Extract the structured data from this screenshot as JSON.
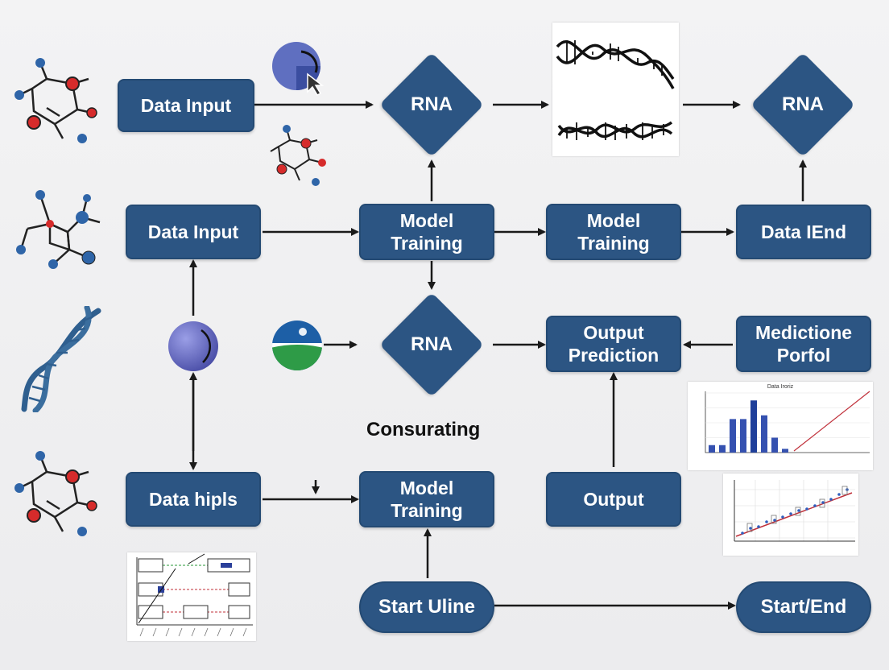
{
  "nodes": {
    "data_input_1": "Data Input",
    "rna_1": "RNA",
    "rna_2": "RNA",
    "data_input_2": "Data Input",
    "model_training_1": "Model\nTraining",
    "model_training_2": "Model\nTraining",
    "data_iend": "Data IEnd",
    "rna_3": "RNA",
    "output_prediction": "Output\nPrediction",
    "mediction_porfol": "Medictione\nPorfol",
    "data_hipls": "Data hipls",
    "model_training_3": "Model\nTraining",
    "output": "Output",
    "start_uline": "Start Uline",
    "start_end": "Start/End"
  },
  "caption": "Consurating",
  "bar_chart": {
    "title": "Data Iroriz",
    "values": [
      2,
      2,
      9,
      9,
      14,
      10,
      4,
      1
    ]
  },
  "colors": {
    "node_fill": "#2c5583",
    "arrow": "#1a1a1a",
    "molecule_red": "#d62b2b",
    "molecule_blue": "#2f65a8",
    "dna_blue": "#2f5f8f"
  },
  "icons": [
    "molecule-icon",
    "dna-helix-icon",
    "sphere-icon",
    "cursor-icon",
    "globe-icon"
  ]
}
